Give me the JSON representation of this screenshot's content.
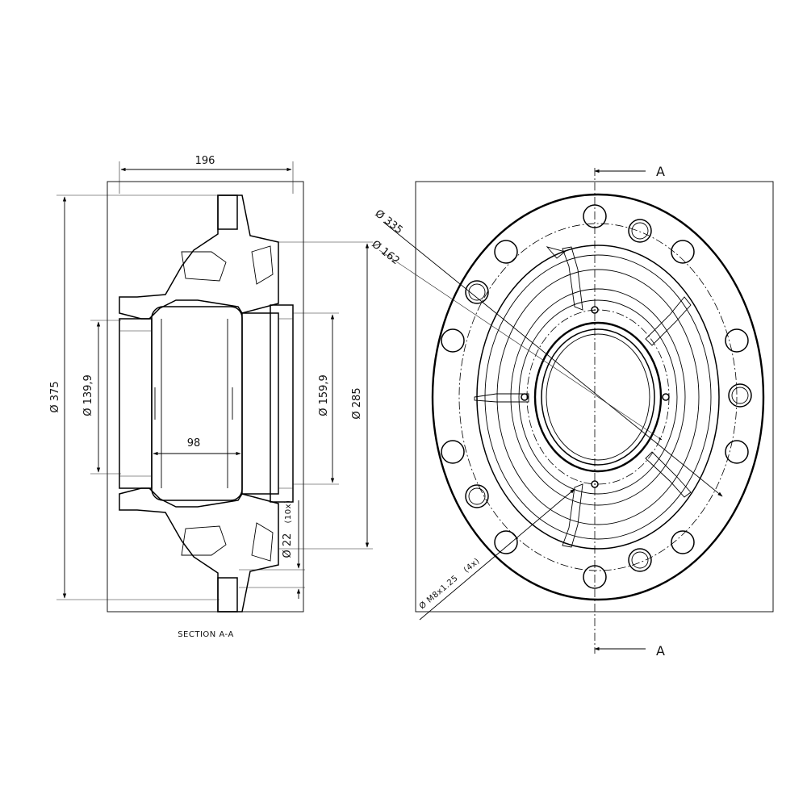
{
  "section_view": {
    "caption": "SECTION A-A",
    "dim_width": "196",
    "dim_outer_dia": "Ø 375",
    "dim_bore_left": "Ø 139,9",
    "dim_inner_length": "98",
    "dim_bore_right": "Ø 159,9",
    "dim_pitch_dia": "Ø 285",
    "dim_hole_dia": "Ø 22",
    "dim_hole_count": "(10x)"
  },
  "front_view": {
    "dim_dia_a": "Ø 335",
    "dim_dia_b": "Ø 162",
    "dim_thread": "Ø M8x1.25",
    "dim_thread_count": "(4x)",
    "cut_label_top": "A",
    "cut_label_bottom": "A"
  }
}
